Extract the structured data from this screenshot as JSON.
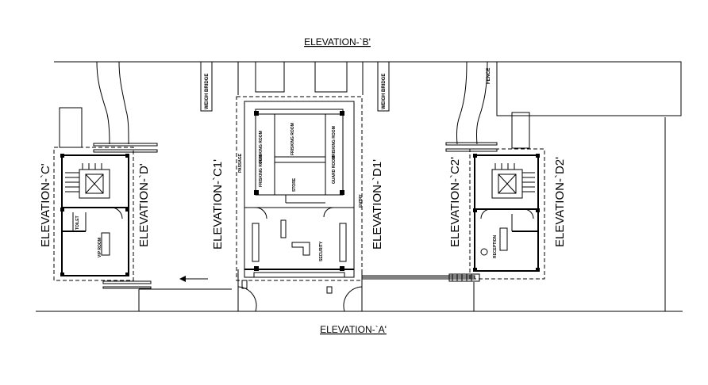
{
  "labels": {
    "elevation_b": "ELEVATION-`B'",
    "elevation_a": "ELEVATION-`A'",
    "elevation_c": "ELEVATION-`C'",
    "elevation_d": "ELEVATION-`D'",
    "elevation_c1": "ELEVATION-`C1'",
    "elevation_d1": "ELEVATION-`D1'",
    "elevation_c2": "ELEVATION-`C2'",
    "elevation_d2": "ELEVATION-`D2'",
    "weigh_bridge_left": "WEIGH BRIDGE",
    "weigh_bridge_right": "WEIGH BRIDGE",
    "fence": "FENCE"
  },
  "rooms": {
    "left_wc_1": "TOILET",
    "left_vip": "VIP ROOM",
    "center_passage": "PASSAGE",
    "center_frisking_1": "FRISKING ROOM",
    "center_frisking_2": "FRISKING ROOM",
    "center_frisking_3": "FRISKING ROOM",
    "center_frisking_4": "FRISKING ROOM",
    "center_store": "STORE",
    "center_room": "GUARD ROOM",
    "center_security": "SECURITY",
    "center_entry": "ENTRY",
    "right_reception": "RECEPTION"
  },
  "colors": {
    "line": "#000000",
    "background": "#ffffff"
  }
}
